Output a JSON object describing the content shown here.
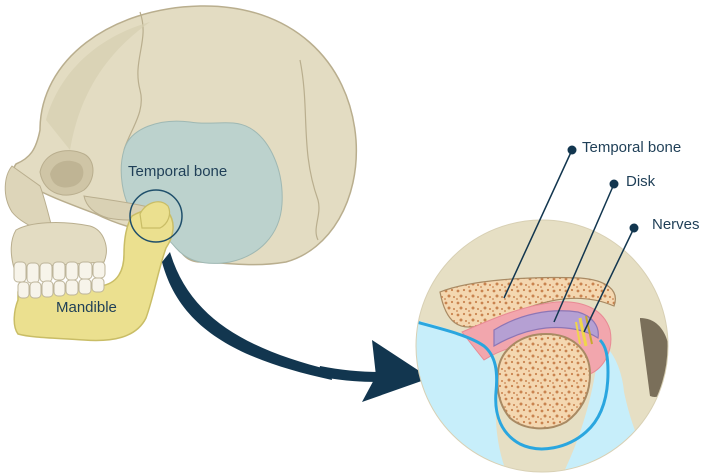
{
  "labels": {
    "temporal_bone_skull": "Temporal bone",
    "mandible": "Mandible",
    "temporal_bone_callout": "Temporal bone",
    "disk": "Disk",
    "nerves": "Nerves"
  },
  "colors": {
    "skull_bone": "#e3dcc2",
    "skull_outline": "#b9ae8e",
    "temporal_region": "#bcd2cd",
    "mandible": "#ebe08f",
    "arrow": "#12364f",
    "bone_spongy": "#c9834f",
    "cartilage_pink": "#f2a6ad",
    "disk_purple": "#b5a0d3",
    "soft_tissue_blue": "#c7eefa",
    "capsule_outline": "#2aa6df",
    "nerve_yellow": "#f0d64a",
    "leader_line": "#12364f"
  }
}
